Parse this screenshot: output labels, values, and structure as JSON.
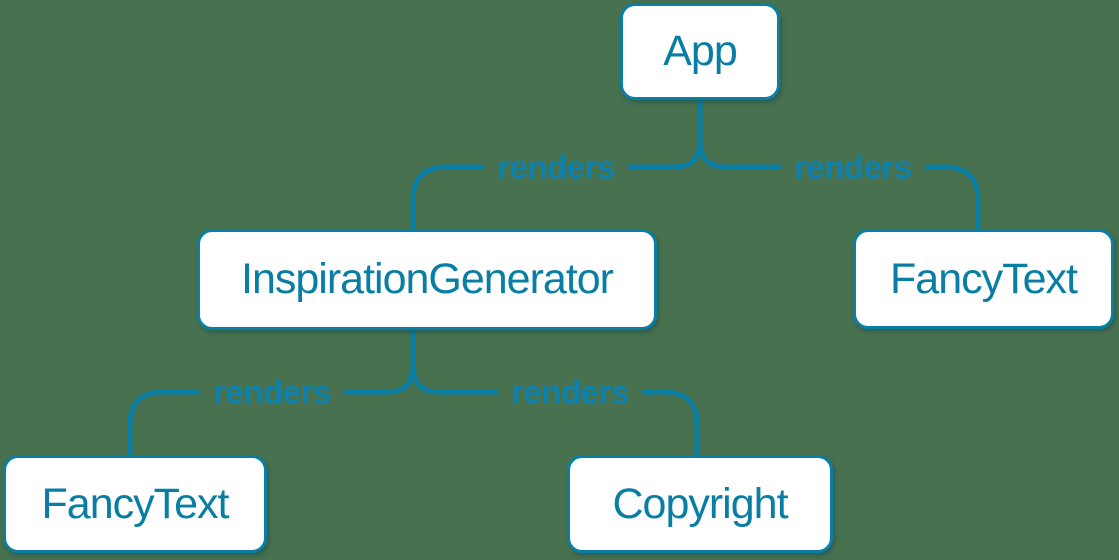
{
  "colors": {
    "background": "#48714F",
    "accent_line": "#0A7EA4",
    "node_fill": "#FFFFFF",
    "node_text": "#087EA4",
    "edge_label_text": "#0E81AC"
  },
  "nodes": [
    {
      "id": "app",
      "label": "App"
    },
    {
      "id": "inspiration-generator",
      "label": "InspirationGenerator"
    },
    {
      "id": "fancy-text-top",
      "label": "FancyText"
    },
    {
      "id": "fancy-text-bottom",
      "label": "FancyText"
    },
    {
      "id": "copyright",
      "label": "Copyright"
    }
  ],
  "edges": [
    {
      "from": "App",
      "to": "InspirationGenerator",
      "label": "renders"
    },
    {
      "from": "App",
      "to": "FancyText",
      "label": "renders"
    },
    {
      "from": "InspirationGenerator",
      "to": "FancyText",
      "label": "renders"
    },
    {
      "from": "InspirationGenerator",
      "to": "Copyright",
      "label": "renders"
    }
  ]
}
